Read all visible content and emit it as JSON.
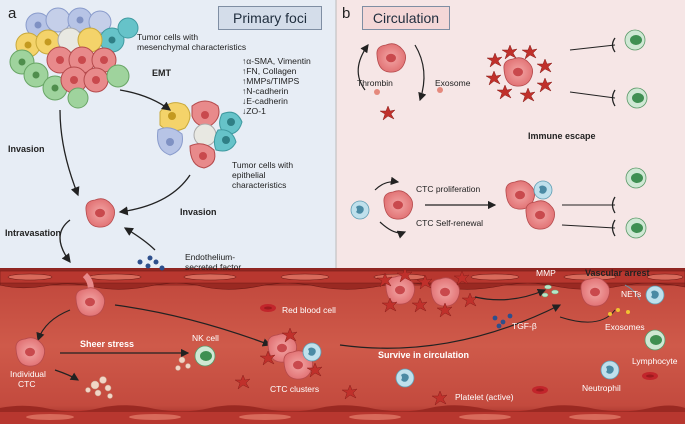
{
  "panel_a": {
    "letter": "a",
    "title": "Primary foci",
    "mesenchymal_label": "Tumor cells with mesenchymal characteristics",
    "mesenchymal_line1": "Tumor cells with",
    "mesenchymal_line2": "mesenchymal characteristics",
    "emt": "EMT",
    "markers": [
      "↑α-SMA, Vimentin",
      "↑FN, Collagen",
      "↑MMPs/TIMPS",
      "↑N-cadherin",
      "↓E-cadherin",
      "↓ZO-1"
    ],
    "epithelial_line1": "Tumor cells with",
    "epithelial_line2": "epithelial",
    "epithelial_line3": "characteristics",
    "invasion_left": "Invasion",
    "invasion_right": "Invasion",
    "intravasation": "Intravasation",
    "endothelium_line1": "Endothelium-",
    "endothelium_line2": "secreted factor"
  },
  "panel_b": {
    "letter": "b",
    "title": "Circulation",
    "thrombin": "Thrombin",
    "exosome": "Exosome",
    "immune_escape": "Immune escape",
    "ctc_proliferation": "CTC proliferation",
    "ctc_self_renewal": "CTC Self-renewal"
  },
  "vessel": {
    "mmp": "MMP",
    "vascular_arrest": "Vascular arrest",
    "nets": "NETs",
    "red_blood_cell": "Red blood cell",
    "tgf_beta": "TGF-β",
    "exosomes": "Exosomes",
    "sheer_stress": "Sheer stress",
    "nk_cell": "NK cell",
    "survive": "Survive in circulation",
    "lymphocyte": "Lymphocyte",
    "individual_line1": "Individual",
    "individual_line2": "CTC",
    "ctc_clusters": "CTC clusters",
    "neutrophil": "Neutrophil",
    "platelet": "Platelet (active)"
  },
  "colors": {
    "panel_a_bg": "#e7edf5",
    "panel_b_bg": "#f6e6e6",
    "vessel": "#a8302a",
    "vessel_inner": "#c64a3e",
    "tumor_cell": "#e57f80",
    "platelet": "#c0302b"
  }
}
